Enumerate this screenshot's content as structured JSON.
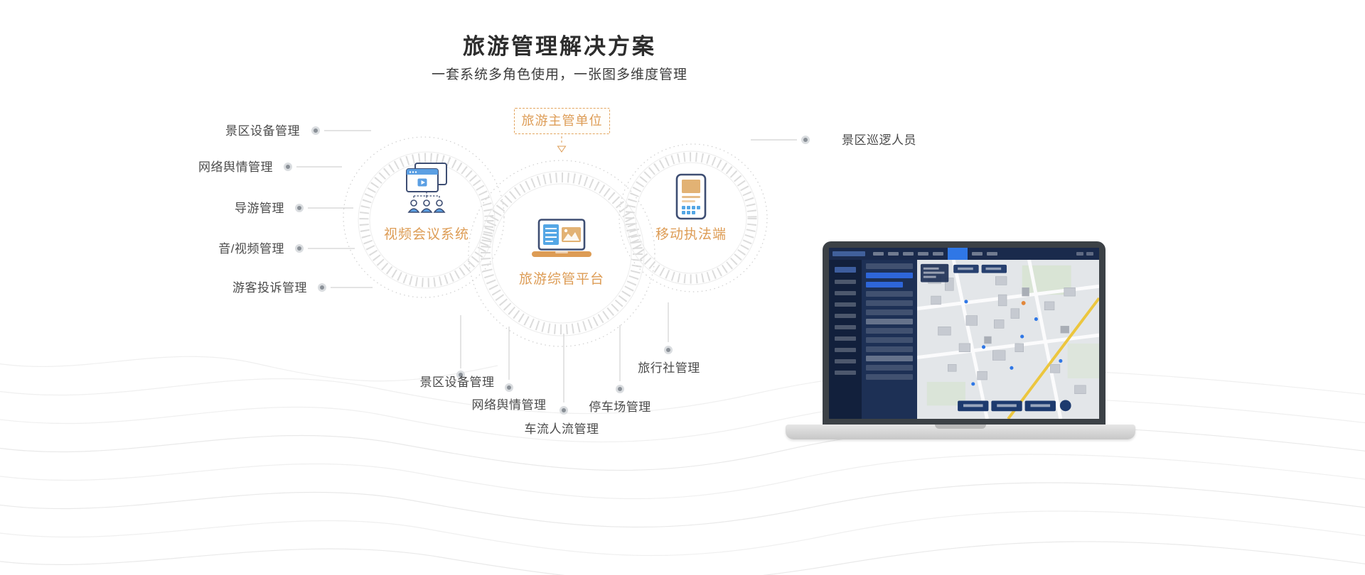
{
  "page": {
    "title": "旅游管理解决方案",
    "subtitle": "一套系统多角色使用，一张图多维度管理"
  },
  "diagram": {
    "authority": {
      "label": "旅游主管单位"
    },
    "nodes": [
      {
        "label": "视频会议系统",
        "icon": "video-conference-icon"
      },
      {
        "label": "旅游综管平台",
        "icon": "management-platform-laptop-icon"
      },
      {
        "label": "移动执法端",
        "icon": "mobile-enforcement-phone-icon"
      }
    ],
    "left_labels": [
      "景区设备管理",
      "网络舆情管理",
      "导游管理",
      "音/视频管理",
      "游客投诉管理"
    ],
    "right_labels": [
      "景区巡逻人员"
    ],
    "bottom_labels": [
      "景区设备管理",
      "网络舆情管理",
      "车流人流管理",
      "停车场管理",
      "旅行社管理"
    ]
  },
  "icons": {
    "left_node": "video-conference-icon",
    "center_node": "management-platform-laptop-icon",
    "right_node": "mobile-enforcement-phone-icon",
    "connector": "dot-marker"
  },
  "colors": {
    "accent_orange": "#DD9C55",
    "icon_navy": "#3E4E73",
    "icon_blue": "#55A7E5",
    "label_gray": "#4A4A4A",
    "line_gray": "#D2D2D2",
    "dashboard_navy": "#17233C",
    "highlight_blue": "#2F77E6",
    "map_road_yellow": "#ECC63E"
  }
}
